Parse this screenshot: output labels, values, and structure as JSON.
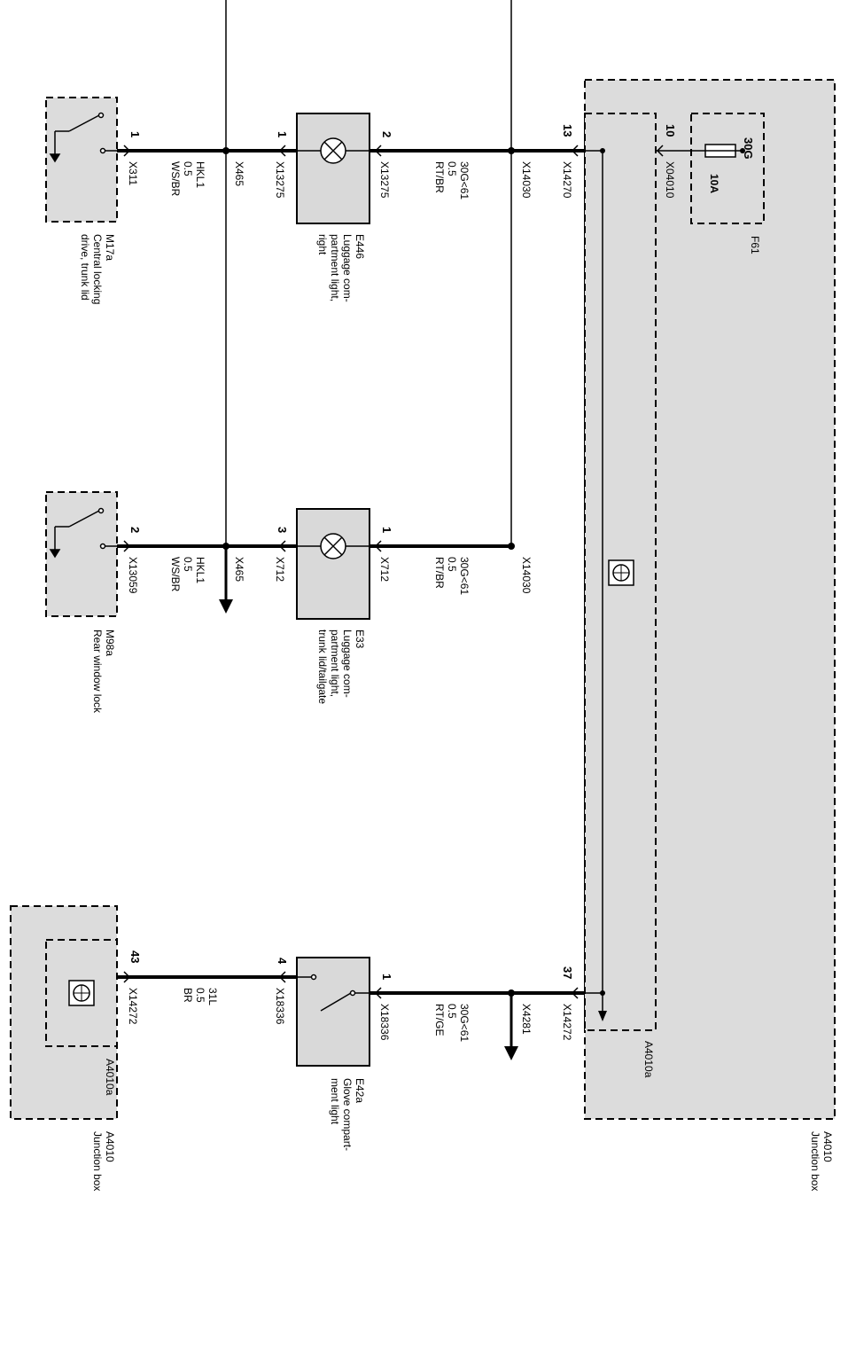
{
  "colors": {
    "module_fill": "#dcdcdc",
    "component_fill": "#d9d9d9",
    "line": "#000000"
  },
  "icons": {
    "lamp": "lamp-cross-icon",
    "switch": "switch-icon",
    "ground": "ground-icon",
    "logo": "bmw-logo-icon",
    "fuse": "fuse-icon"
  },
  "components": {
    "m17a": {
      "id": "M17a",
      "line1": "Central locking",
      "line2": "drive, trunk lid",
      "pin": "1",
      "conn": "X311"
    },
    "e446": {
      "id": "E446",
      "line1": "Luggage com-",
      "line2": "partment light,",
      "line3": "right",
      "pin_left": "1",
      "conn_left": "X13275",
      "pin_right": "2",
      "conn_right": "X13275"
    },
    "m98a": {
      "id": "M98a",
      "line1": "Rear window lock",
      "pin": "2",
      "conn": "X13059"
    },
    "e33": {
      "id": "E33",
      "line1": "Luggage com-",
      "line2": "partment light,",
      "line3": "trunk lid/tailgate",
      "pin_left": "3",
      "conn_left": "X712",
      "pin_right": "1",
      "conn_right": "X712"
    },
    "e42a": {
      "id": "E42a",
      "line1": "Glove compart-",
      "line2": "ment light",
      "pin_left": "4",
      "conn_left": "X18336",
      "pin_right": "1",
      "conn_right": "X18336"
    },
    "f61": {
      "id": "F61",
      "rating": "10A",
      "supply": "30G",
      "pin": "10",
      "conn": "X04010"
    },
    "a4010_top": {
      "id": "A4010",
      "name": "Junction box",
      "sub": "A4010a",
      "pin13": "13",
      "conn13": "X14270",
      "pin37": "37",
      "conn37": "X14272"
    },
    "a4010_bottom": {
      "id": "A4010",
      "name": "Junction box",
      "sub": "A4010a",
      "pin": "43",
      "conn": "X14272"
    }
  },
  "wires": {
    "w1": {
      "signal": "HKL1",
      "size": "0.5",
      "color": "WS/BR",
      "splice": "X465"
    },
    "w2": {
      "signal": "30G<61",
      "size": "0.5",
      "color": "RT/BR",
      "splice": "X14030"
    },
    "w3": {
      "signal": "HKL1",
      "size": "0.5",
      "color": "WS/BR",
      "splice": "X465"
    },
    "w4": {
      "signal": "30G<61",
      "size": "0.5",
      "color": "RT/BR",
      "splice": "X14030"
    },
    "w5": {
      "signal": "31L",
      "size": "0.5",
      "color": "BR"
    },
    "w6": {
      "signal": "30G<61",
      "size": "0.5",
      "color": "RT/GE",
      "splice": "X4281"
    }
  }
}
